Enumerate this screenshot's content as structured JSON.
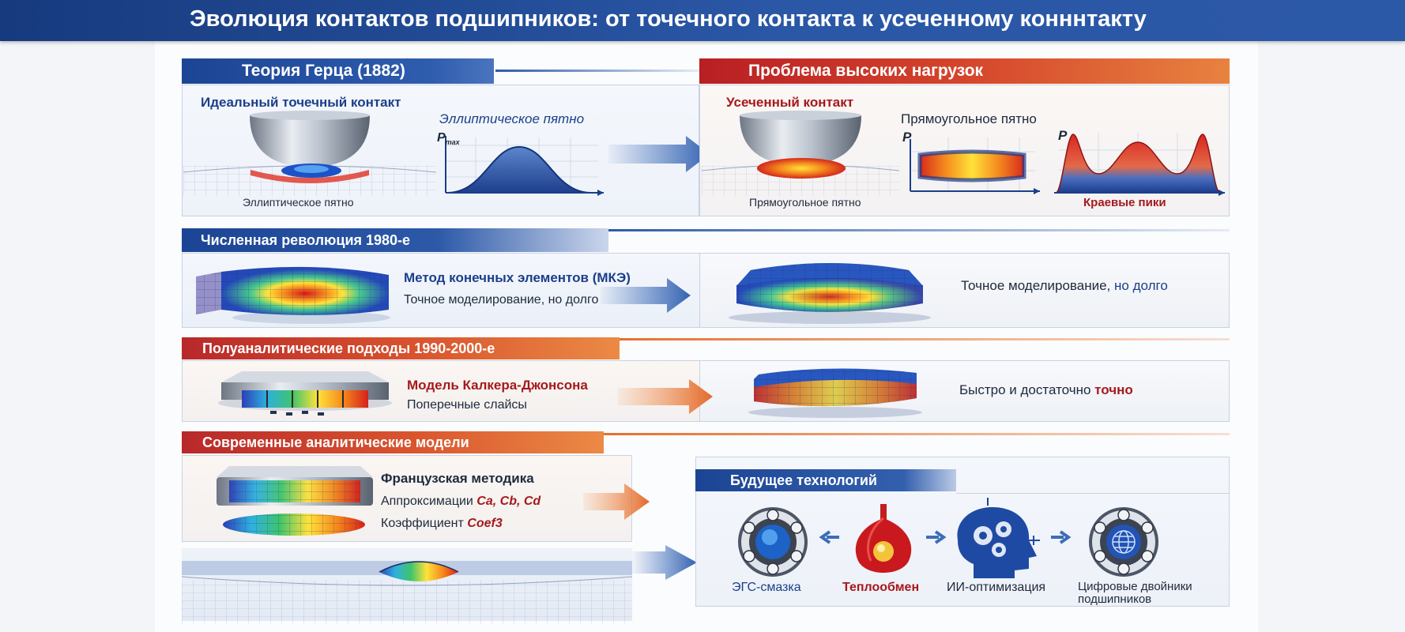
{
  "title": "Эволюция контактов подшипников: от точечного контакта к усеченному конннтакту",
  "hertz": {
    "header": "Теория Герца (1882)",
    "subtitle": "Идеальный точечный контакт",
    "caption": "Эллиптическое пятно",
    "chart_title": "Эллиптическое пятно",
    "chart_y": "P",
    "chart_y_sub": "max"
  },
  "high_load": {
    "header": "Проблема высоких нагрузок",
    "subtitle": "Усеченный контакт",
    "caption": "Прямоугольное пятно",
    "chart_title": "Прямоугольное пятно",
    "chart_y": "P",
    "peak_y": "P",
    "peaks_caption": "Краевые пики"
  },
  "numerical": {
    "header": "Численная революция 1980-е",
    "method": "Метод конечных элементов (МКЭ)",
    "desc": "Точное моделирование, но долго",
    "right_prefix": "Точное моделирование, ",
    "right_suffix": "но долго"
  },
  "semi": {
    "header": "Полуаналитические подходы 1990-2000-е",
    "model": "Модель Калкера-Джонсона",
    "desc": "Поперечные слайсы",
    "right_prefix": "Быстро и достаточно ",
    "right_suffix": "точно"
  },
  "modern": {
    "header": "Современные аналитические модели",
    "method": "Французская методика",
    "approx_prefix": "Аппроксимации ",
    "approx_coefs": "Ca, Cb, Cd",
    "coef_prefix": "Коэффициент ",
    "coef_name": "Coef3"
  },
  "future": {
    "header": "Будущее технологий",
    "items": [
      {
        "label": "ЭГС-смазка",
        "icon": "bearing-lubrication-icon"
      },
      {
        "label": "Теплообмен",
        "icon": "heat-transfer-icon"
      },
      {
        "label": "ИИ-оптимизация",
        "icon": "ai-head-icon"
      },
      {
        "label": "Цифровые двойники подшипников",
        "icon": "digital-twin-bearing-icon"
      }
    ]
  },
  "colors": {
    "brand_blue": "#1c4494",
    "accent_red": "#b81f23",
    "accent_orange": "#e5702c"
  }
}
